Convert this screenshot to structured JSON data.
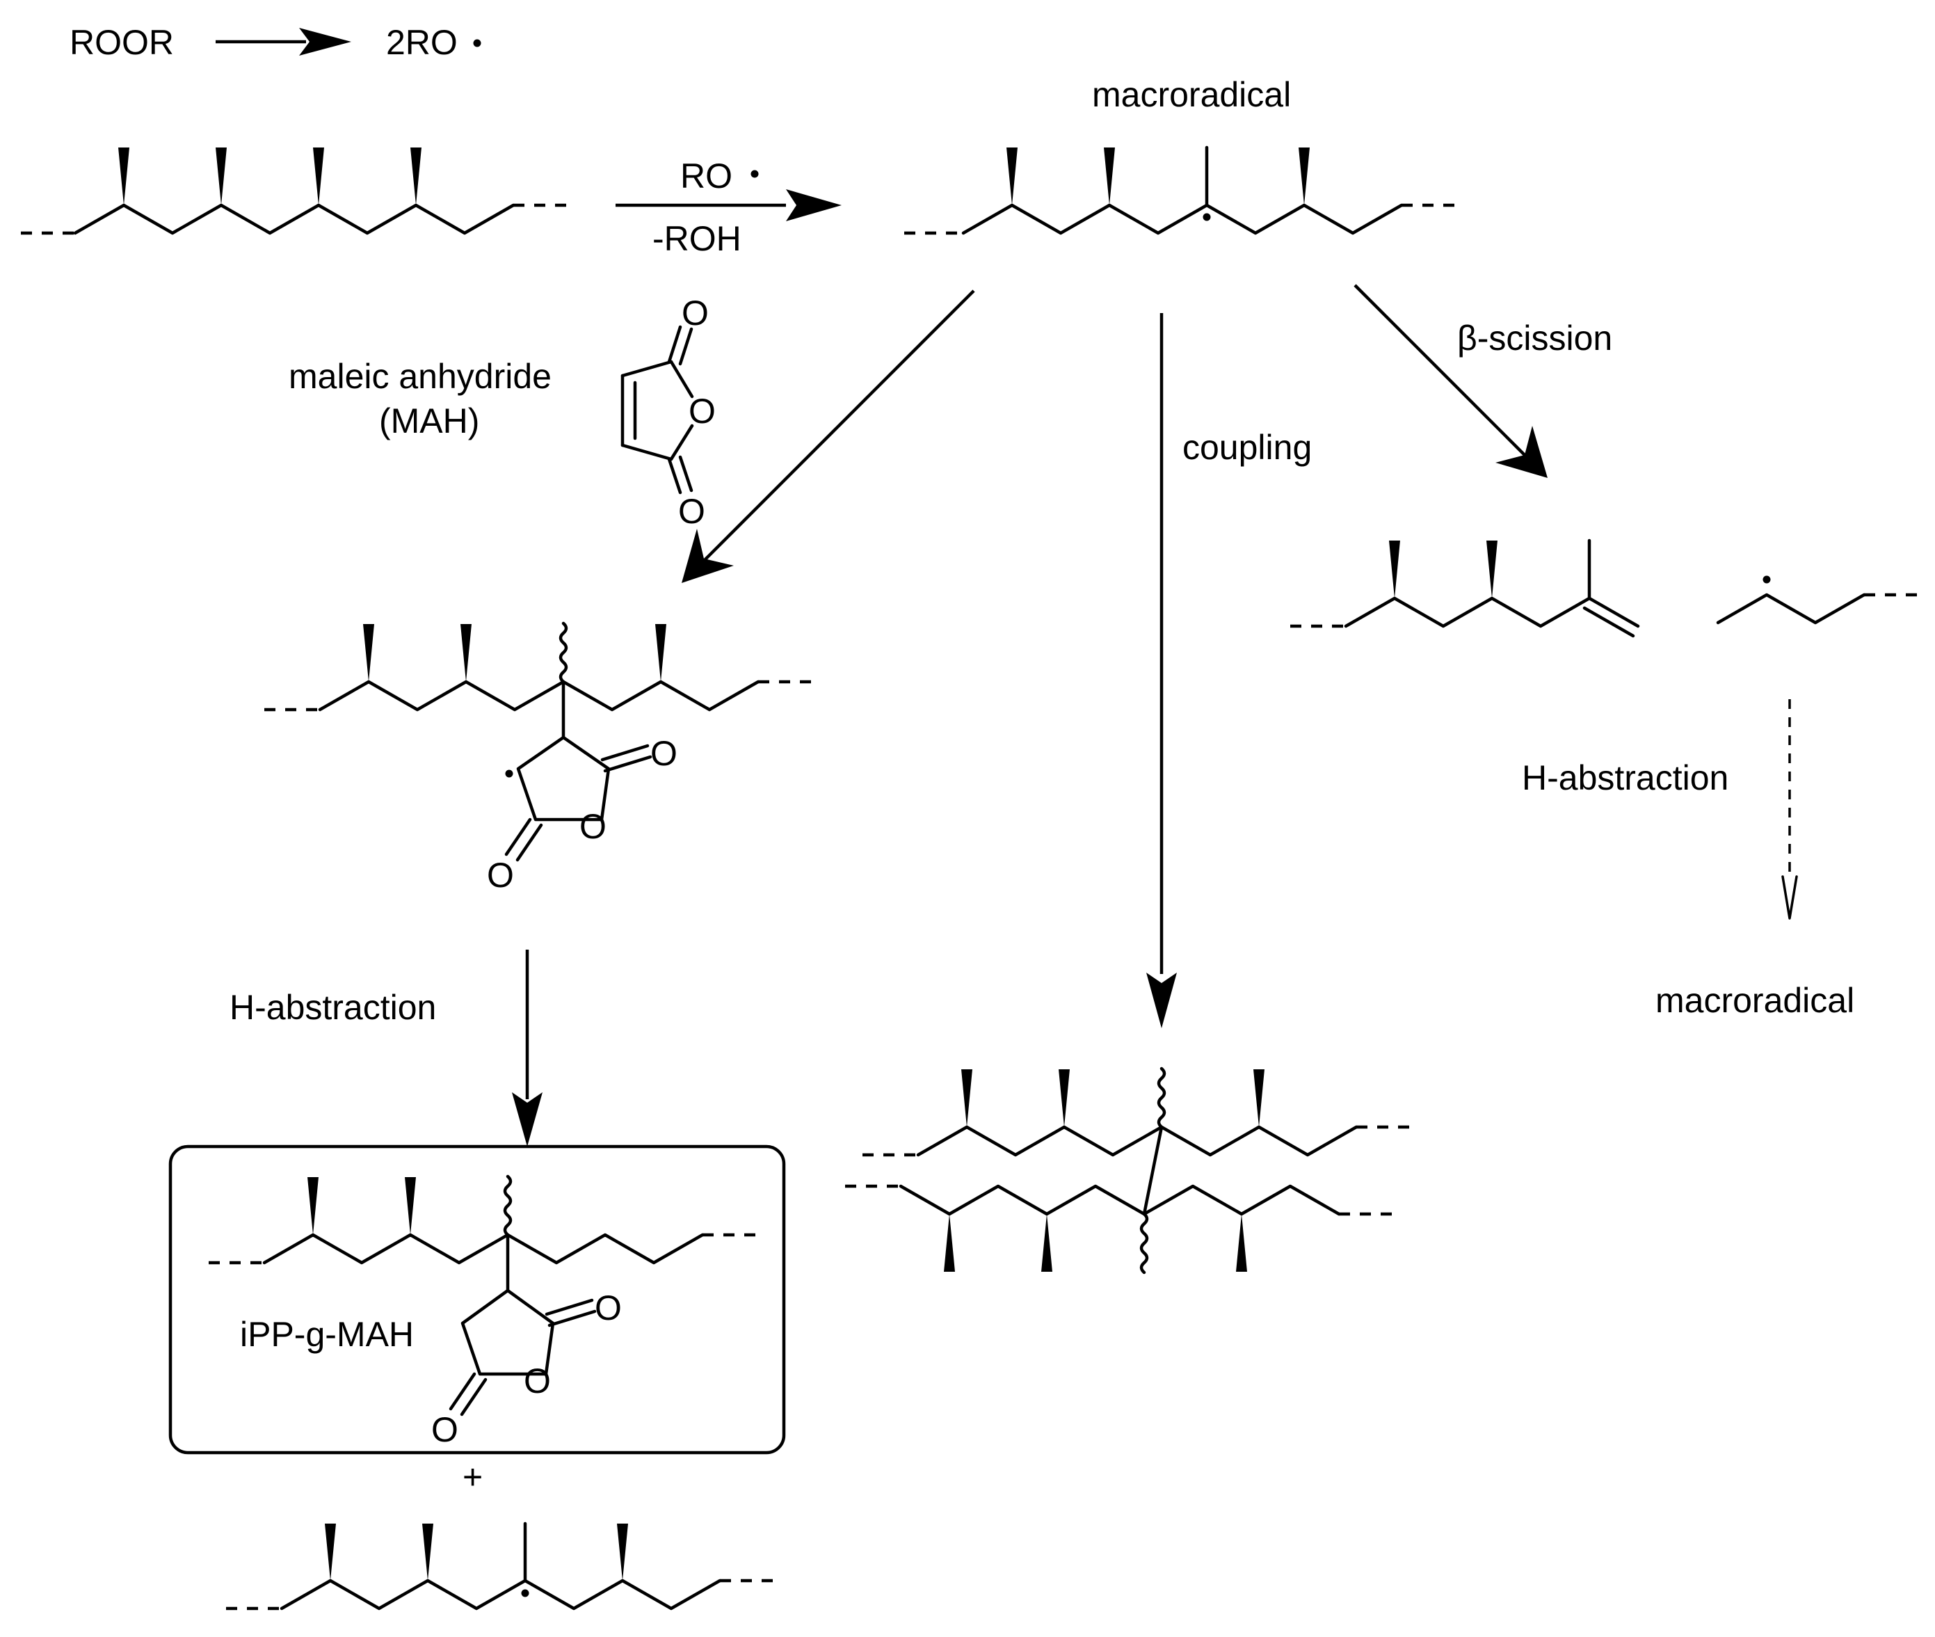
{
  "labels": {
    "reagent_roor": "ROOR",
    "product_2ro": "2RO",
    "reagent_ro": "RO",
    "byproduct_roh": "-ROH",
    "macroradical_top": "macroradical",
    "maleic_anhydride": "maleic anhydride",
    "mah_abbrev": "(MAH)",
    "beta_scission": "β-scission",
    "coupling": "coupling",
    "h_abstraction_left": "H-abstraction",
    "h_abstraction_right": "H-abstraction",
    "macroradical_bottom": "macroradical",
    "product_name": "iPP-g-MAH",
    "plus": "+"
  },
  "atoms": {
    "oxygen": "O"
  }
}
